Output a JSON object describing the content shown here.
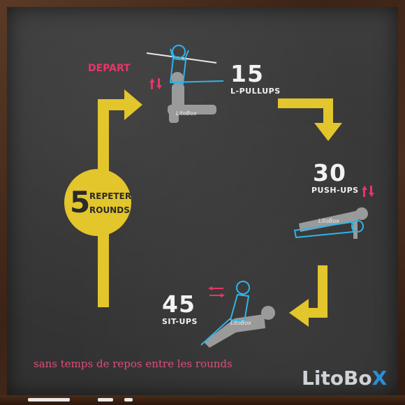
{
  "start_label": "DEPART",
  "steps": [
    {
      "count": "15",
      "exercise": "L-PULLUPS"
    },
    {
      "count": "30",
      "exercise": "PUSH-UPS"
    },
    {
      "count": "45",
      "exercise": "SIT-UPS"
    }
  ],
  "repeat": {
    "number": "5",
    "line1": "REPETER",
    "line2": "ROUNDS"
  },
  "tagline": "sans temps de repos entre les rounds",
  "brand": {
    "name": "LitoBo",
    "mark": "X"
  },
  "watermark": "LitoBox",
  "colors": {
    "board": "#363636",
    "arrow": "#e3c52c",
    "accent": "#e8356a",
    "figure": "#9a9a9a",
    "outline": "#2fb4ea"
  }
}
